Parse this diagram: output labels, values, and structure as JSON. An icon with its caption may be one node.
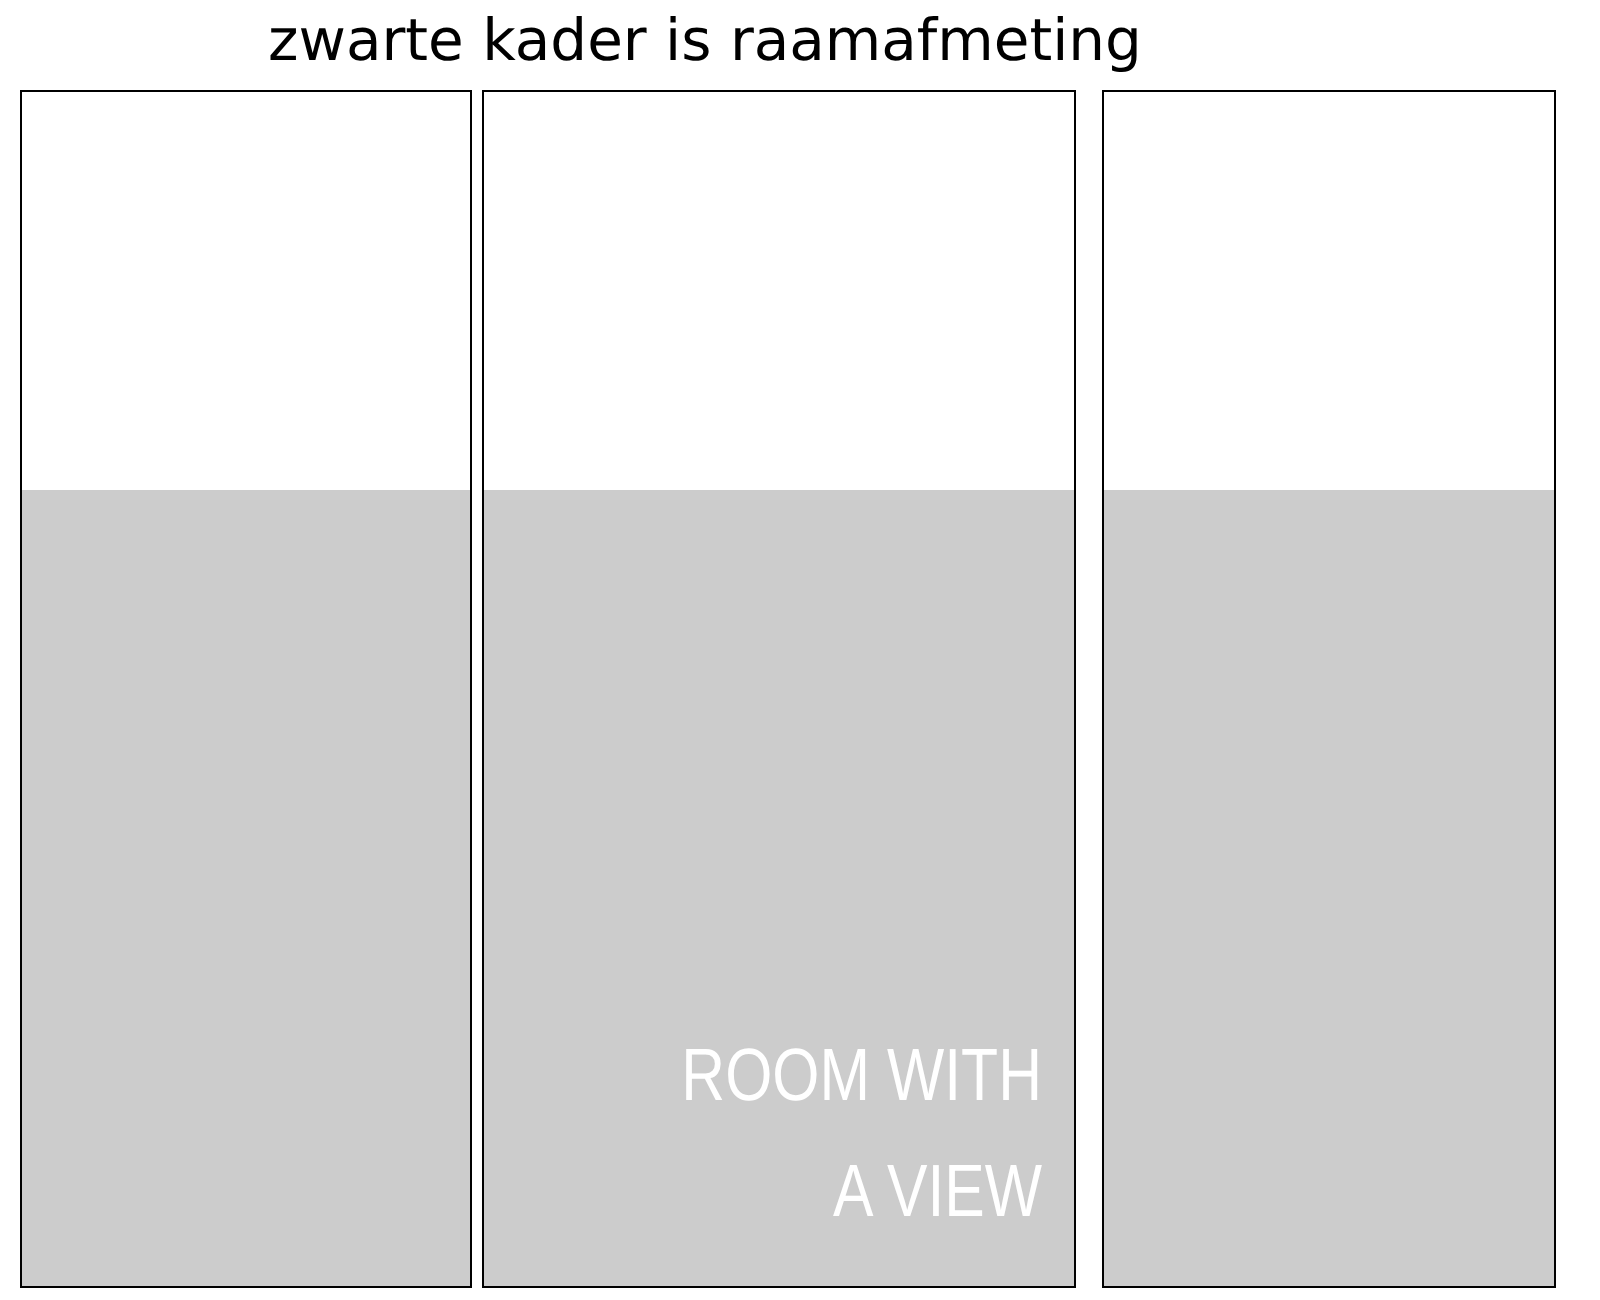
{
  "diagram": {
    "title": "zwarte kader is raamafmeting",
    "nodes": [
      {
        "text": [],
        "shape": "box"
      },
      {
        "text": [],
        "shape": "box",
        "in": 0
      },
      {
        "text": [],
        "shape": "box"
      },
      {
        "text": [
          "ROOM WITH A VIEW"
        ],
        "in": 2
      },
      {
        "text": [],
        "shape": "box"
      },
      {
        "text": [],
        "shape": "box",
        "in": 4
      }
    ]
  }
}
